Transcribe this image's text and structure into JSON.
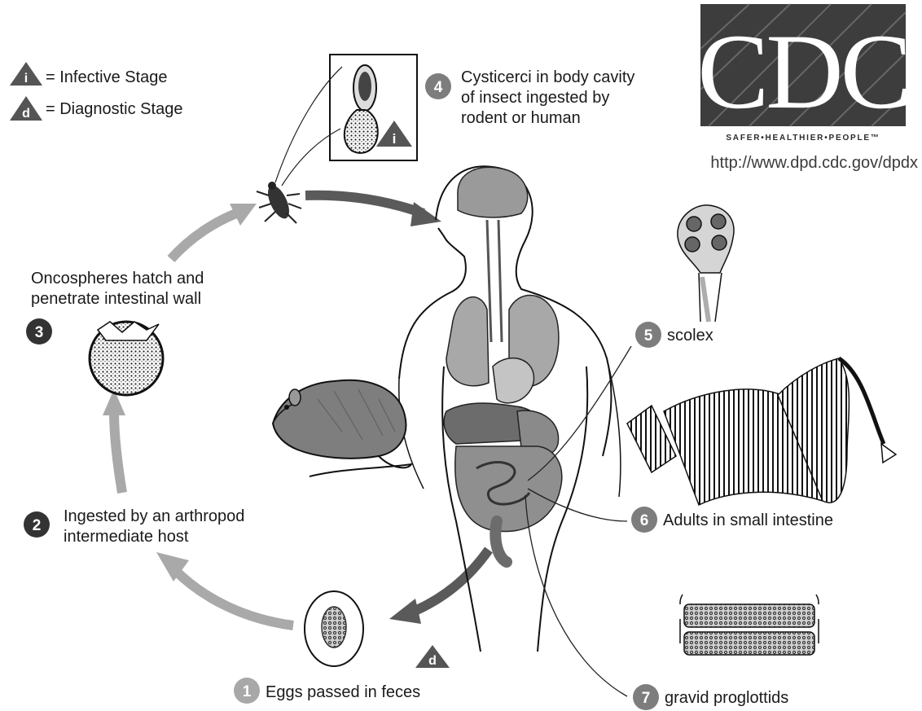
{
  "legend": {
    "infective_letter": "i",
    "infective_label": "= Infective Stage",
    "diagnostic_letter": "d",
    "diagnostic_label": "= Diagnostic Stage"
  },
  "logo": {
    "text": "CDC",
    "tagline": "SAFER•HEALTHIER•PEOPLE™",
    "url": "http://www.dpd.cdc.gov/dpdx"
  },
  "steps": [
    {
      "number": "1",
      "line1": "Eggs passed in feces",
      "line2": "",
      "line3": ""
    },
    {
      "number": "2",
      "line1": "Ingested by an arthropod",
      "line2": "intermediate host",
      "line3": ""
    },
    {
      "number": "3",
      "line1": "Oncospheres hatch and",
      "line2": "penetrate intestinal wall",
      "line3": ""
    },
    {
      "number": "4",
      "line1": "Cysticerci in body cavity",
      "line2": "of insect ingested by",
      "line3": "rodent or human"
    },
    {
      "number": "5",
      "line1": "scolex",
      "line2": "",
      "line3": ""
    },
    {
      "number": "6",
      "line1": "Adults in small intestine",
      "line2": "",
      "line3": ""
    },
    {
      "number": "7",
      "line1": "gravid proglottids",
      "line2": "",
      "line3": ""
    }
  ],
  "stage_markers": {
    "infective_badge": "i",
    "diagnostic_badge": "d"
  },
  "colors": {
    "arrow_light": "#a9a9a9",
    "arrow_dark": "#5a5a5a",
    "badge_dark": "#333333",
    "badge_mid": "#7d7d7d",
    "badge_light": "#a8a8a8",
    "organ_gray": "#8f8f8f"
  }
}
